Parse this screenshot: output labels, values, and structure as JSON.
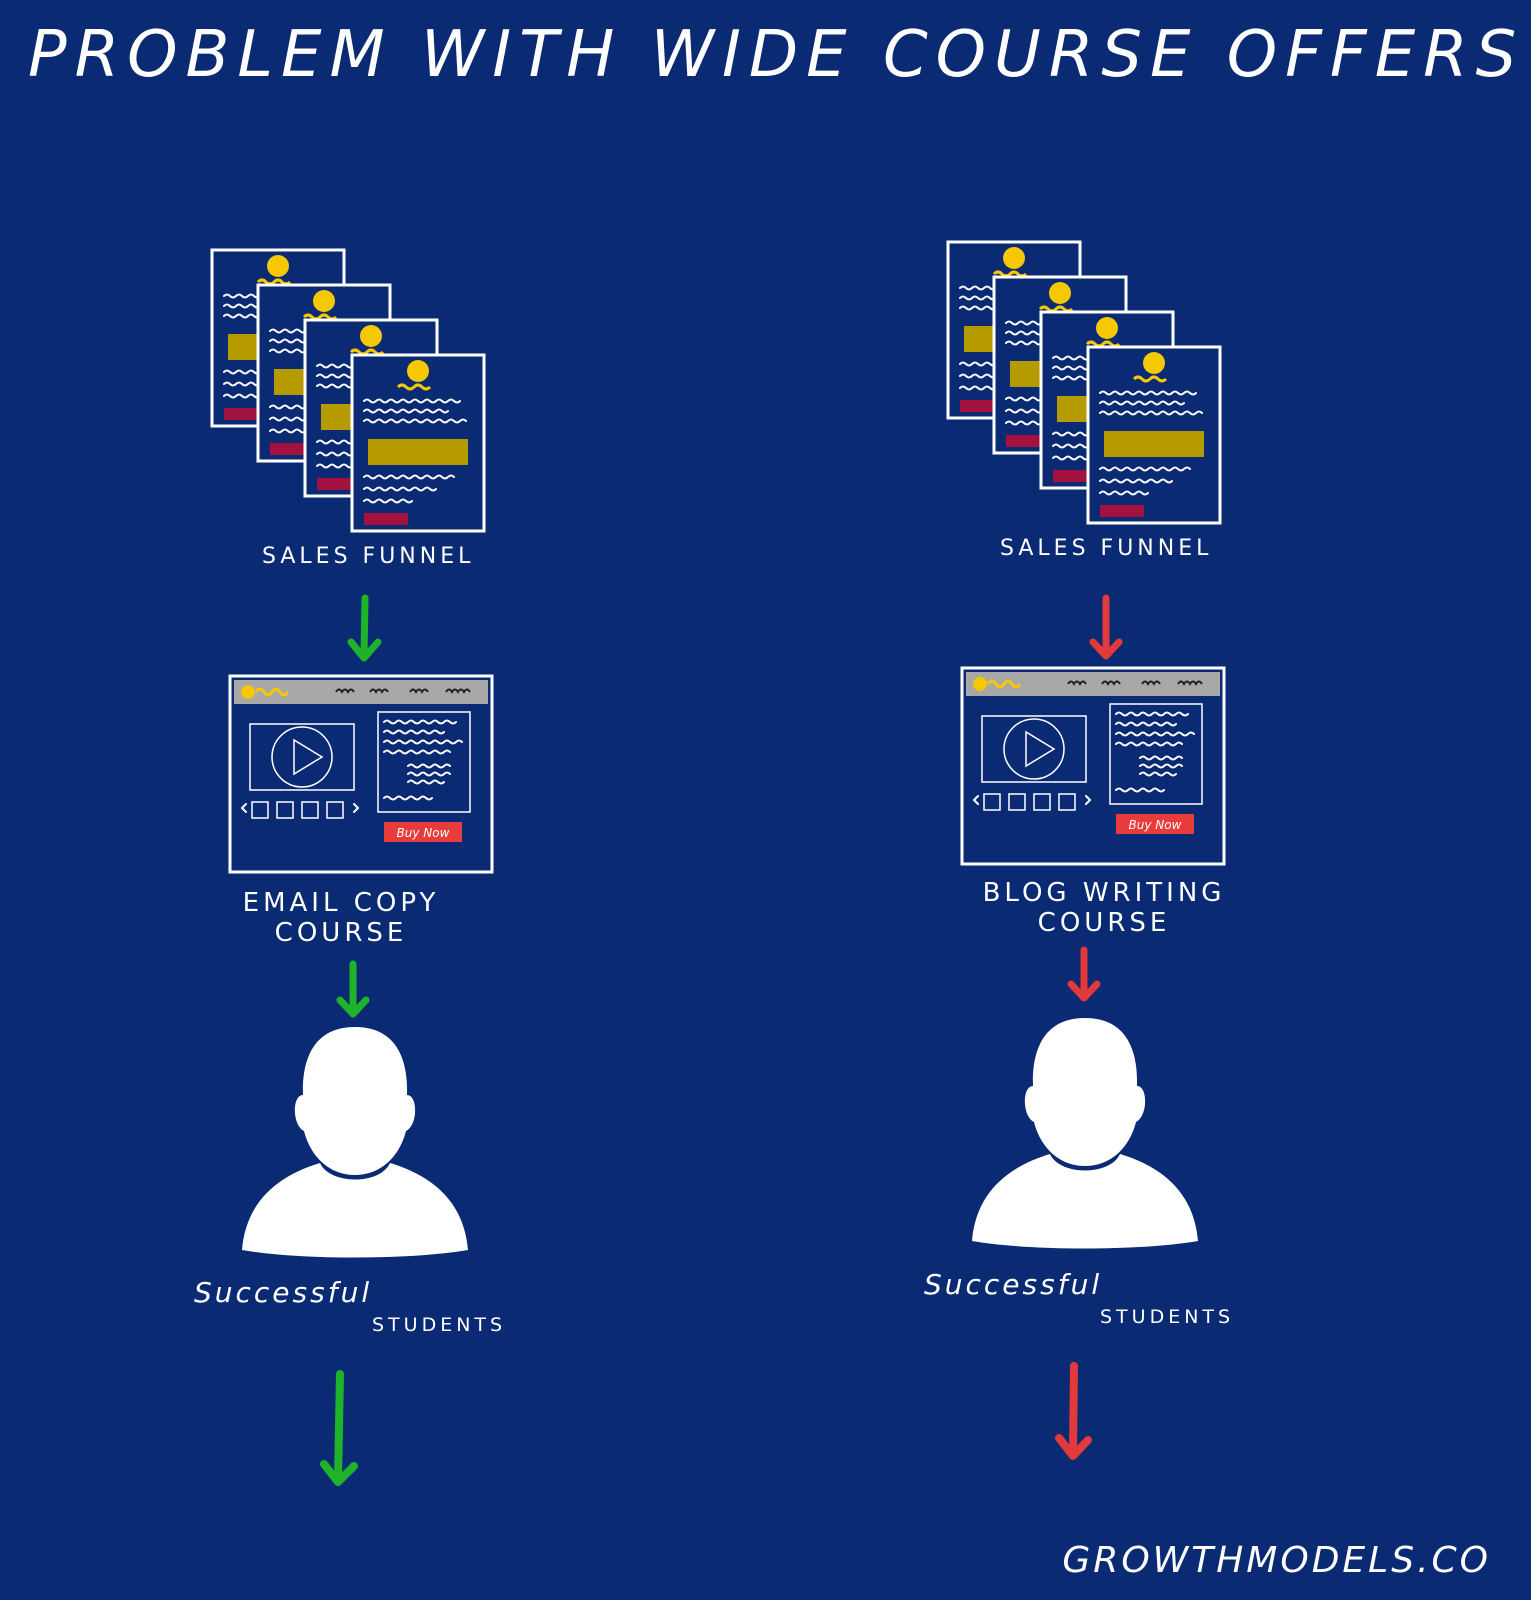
{
  "title": "Problem with Wide Course Offers",
  "left_column": {
    "funnel_label": "Sales Funnel",
    "course_label_line1": "Email Copy",
    "course_label_line2": "Course",
    "buy_button": "Buy Now",
    "students_label_line1": "Successful",
    "students_label_line2": "Students",
    "arrow_color": "#1fb32a"
  },
  "right_column": {
    "funnel_label": "Sales Funnel",
    "course_label_line1": "Blog Writing",
    "course_label_line2": "Course",
    "buy_button": "Buy Now",
    "students_label_line1": "Successful",
    "students_label_line2": "Students",
    "arrow_color": "#e23a3a"
  },
  "footer": "Growthmodels.co",
  "colors": {
    "background": "#0a2b73",
    "accent_yellow": "#f5c800",
    "block_gold": "#b59a00",
    "block_crimson": "#a3123e",
    "button_red": "#e83b3b",
    "header_gray": "#a8a8a8"
  }
}
